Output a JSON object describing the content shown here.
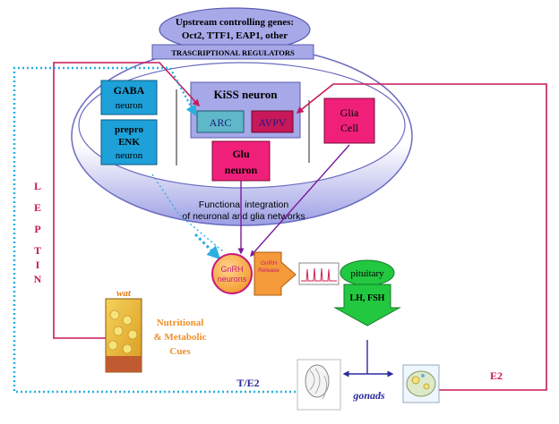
{
  "upstream": {
    "line1": "Upstream controlling genes:",
    "line2": "Oct2, TTF1, EAP1, other"
  },
  "regulators": "TRASCRIPTIONAL REGULATORS",
  "gaba": {
    "line1": "GABA",
    "line2": "neuron"
  },
  "enk": {
    "line1": "prepro",
    "line2": "ENK",
    "line3": "neuron"
  },
  "kiss": {
    "title": "KiSS neuron",
    "arc": "ARC",
    "avpv": "AVPV"
  },
  "glia": {
    "line1": "Glia",
    "line2": "Cell"
  },
  "glu": {
    "line1": "Glu",
    "line2": "neuron"
  },
  "integration": {
    "line1": "Functional integration",
    "line2": "of neuronal and glia networks"
  },
  "gnrh": {
    "line1": "GnRH",
    "line2": "neurons"
  },
  "gnrh_release": {
    "line1": "GnRH",
    "line2": "Release"
  },
  "pituitary": {
    "line1": "pituitary",
    "line2": "LH, FSH"
  },
  "leptin": [
    "L",
    "E",
    "P",
    "T",
    "I",
    "N"
  ],
  "wat": "wat",
  "nutritional": {
    "line1": "Nutritional",
    "line2": "& Metabolic",
    "line3": "Cues"
  },
  "te2": "T/E2",
  "gonads": "gonads",
  "e2": "E2",
  "colors": {
    "crimson": "#c8185a",
    "blue_box": "#1ea0d8",
    "teal": "#5fb8c8",
    "dotted": "#2ab0e0",
    "ellipse": "#a6a8e8",
    "orange": "#f59a3a",
    "green": "#22c840",
    "navy": "#2a2aa0",
    "purple": "#7a1a9a"
  }
}
